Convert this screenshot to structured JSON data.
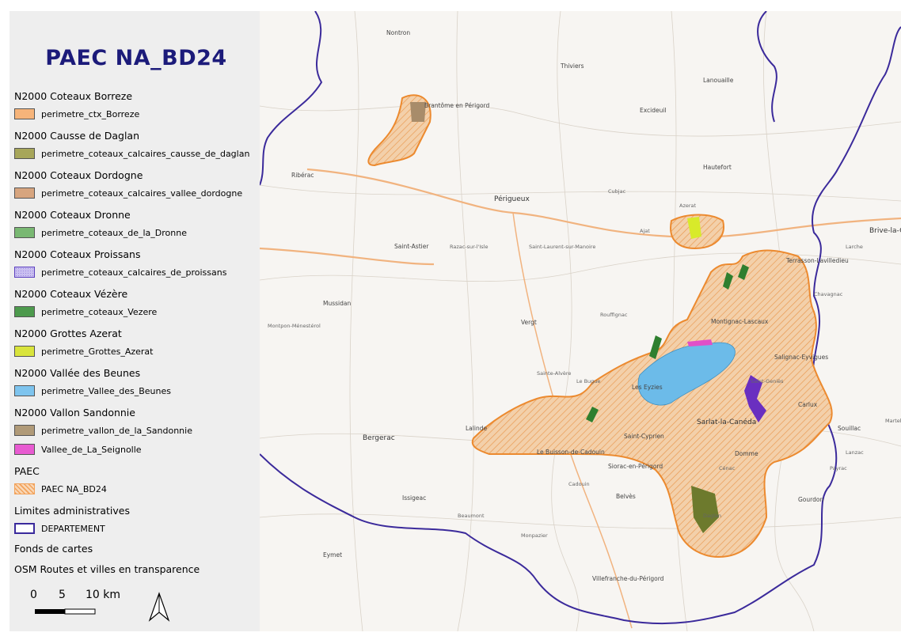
{
  "legend": {
    "title": "PAEC NA_BD24",
    "groups": [
      {
        "title": "N2000 Coteaux Borreze",
        "items": [
          {
            "label": "perimetre_ctx_Borreze",
            "color": "#f6b47a",
            "pattern": "solid"
          }
        ]
      },
      {
        "title": "N2000 Causse de Daglan",
        "items": [
          {
            "label": "perimetre_coteaux_calcaires_causse_de_daglan",
            "color": "#a7a65a",
            "pattern": "solid"
          }
        ]
      },
      {
        "title": "N2000 Coteaux Dordogne",
        "items": [
          {
            "label": "perimetre_coteaux_calcaires_vallee_dordogne",
            "color": "#d7a57f",
            "pattern": "solid"
          }
        ]
      },
      {
        "title": "N2000 Coteaux Dronne",
        "items": [
          {
            "label": "perimetre_coteaux_de_la_Dronne",
            "color": "#79b872",
            "pattern": "solid"
          }
        ]
      },
      {
        "title": "N2000 Coteaux Proissans",
        "items": [
          {
            "label": "perimetre_coteaux_calcaires_de_proissans",
            "color": "#9a86e0",
            "pattern": "dots"
          }
        ]
      },
      {
        "title": "N2000 Coteaux Vézère",
        "items": [
          {
            "label": "perimetre_coteaux_Vezere",
            "color": "#4d9a4d",
            "pattern": "solid"
          }
        ]
      },
      {
        "title": "N2000 Grottes Azerat",
        "items": [
          {
            "label": "perimetre_Grottes_Azerat",
            "color": "#d9e43c",
            "pattern": "solid"
          }
        ]
      },
      {
        "title": "N2000 Vallée des Beunes",
        "items": [
          {
            "label": "perimetre_Vallee_des_Beunes",
            "color": "#7ec4ee",
            "pattern": "solid"
          }
        ]
      },
      {
        "title": "N2000 Vallon Sandonnie",
        "items": [
          {
            "label": "perimetre_vallon_de_la_Sandonnie",
            "color": "#b09a78",
            "pattern": "solid"
          },
          {
            "label": "Vallee_de_La_Seignolle",
            "color": "#e85bd1",
            "pattern": "solid"
          }
        ]
      },
      {
        "title": "PAEC",
        "items": [
          {
            "label": "PAEC NA_BD24",
            "color": "#f2a25a",
            "pattern": "hatch"
          }
        ]
      },
      {
        "title": "Limites administratives",
        "items": [
          {
            "label": "DEPARTEMENT",
            "color": "#3a2a9c",
            "pattern": "outline"
          }
        ]
      }
    ],
    "basemap_titles": [
      "Fonds de cartes",
      "OSM Routes et villes en transparence"
    ],
    "scale": {
      "labels": [
        "0",
        "5",
        "10 km"
      ]
    }
  },
  "map": {
    "colors": {
      "department": "#3b2a9b",
      "paec_stroke": "#ec8a2f",
      "paec_fill": "#f3c79a",
      "beunes": "#6cbbe9",
      "proissans": "#6a2fc0",
      "vezere": "#2f7f2f",
      "daglan": "#6d7a2d",
      "azerat": "#d8ea2a",
      "seignolle": "#e050c8",
      "sandonnie": "#a88c6a",
      "road": "#f1b37f"
    },
    "places": [
      {
        "name": "Sarlat-la-Canéda",
        "kind": "city"
      },
      {
        "name": "Périgueux",
        "kind": "city"
      },
      {
        "name": "Bergerac",
        "kind": "city"
      },
      {
        "name": "Brive-la-Gaillarde",
        "kind": "city"
      },
      {
        "name": "Brantôme en Périgord",
        "kind": "town"
      },
      {
        "name": "Terrasson-Lavilledieu",
        "kind": "town"
      },
      {
        "name": "Montignac-Lascaux",
        "kind": "town"
      },
      {
        "name": "Le Buisson-de-Cadouin",
        "kind": "town"
      },
      {
        "name": "Siorac-en-Périgord",
        "kind": "town"
      },
      {
        "name": "Saint-Cyprien",
        "kind": "town"
      },
      {
        "name": "Les Eyzies",
        "kind": "town"
      },
      {
        "name": "Domme",
        "kind": "town"
      },
      {
        "name": "Belvès",
        "kind": "town"
      },
      {
        "name": "Gourdon",
        "kind": "town"
      },
      {
        "name": "Souillac",
        "kind": "town"
      },
      {
        "name": "Hautefort",
        "kind": "town"
      },
      {
        "name": "Thiviers",
        "kind": "town"
      },
      {
        "name": "Excideuil",
        "kind": "town"
      },
      {
        "name": "Ribérac",
        "kind": "town"
      },
      {
        "name": "Mussidan",
        "kind": "town"
      },
      {
        "name": "Saint-Astier",
        "kind": "town"
      },
      {
        "name": "Vergt",
        "kind": "town"
      },
      {
        "name": "Lalinde",
        "kind": "town"
      },
      {
        "name": "Issigeac",
        "kind": "town"
      },
      {
        "name": "Eymet",
        "kind": "town"
      },
      {
        "name": "Villefranche-du-Périgord",
        "kind": "town"
      },
      {
        "name": "Salignac-Eyvigues",
        "kind": "town"
      },
      {
        "name": "Carlux",
        "kind": "town"
      },
      {
        "name": "Lanouaille",
        "kind": "town"
      },
      {
        "name": "Nontron",
        "kind": "town"
      },
      {
        "name": "Razac-sur-l'Isle",
        "kind": "place"
      },
      {
        "name": "Montpon-Ménestérol",
        "kind": "place"
      },
      {
        "name": "Saint-Laurent-sur-Manoire",
        "kind": "place"
      },
      {
        "name": "Rouffignac",
        "kind": "place"
      },
      {
        "name": "Le Bugue",
        "kind": "place"
      },
      {
        "name": "Cadouin",
        "kind": "place"
      },
      {
        "name": "Monpazier",
        "kind": "place"
      },
      {
        "name": "Beaumont",
        "kind": "place"
      },
      {
        "name": "Saint-Geniès",
        "kind": "place"
      },
      {
        "name": "Cénac",
        "kind": "place"
      },
      {
        "name": "Daglan",
        "kind": "place"
      },
      {
        "name": "Payrac",
        "kind": "place"
      },
      {
        "name": "Lanzac",
        "kind": "place"
      },
      {
        "name": "Martel",
        "kind": "place"
      },
      {
        "name": "Sainte-Alvère",
        "kind": "place"
      },
      {
        "name": "Cubjac",
        "kind": "place"
      },
      {
        "name": "Ajat",
        "kind": "place"
      },
      {
        "name": "Azerat",
        "kind": "place"
      },
      {
        "name": "Larche",
        "kind": "place"
      },
      {
        "name": "Chavagnac",
        "kind": "place"
      }
    ]
  }
}
